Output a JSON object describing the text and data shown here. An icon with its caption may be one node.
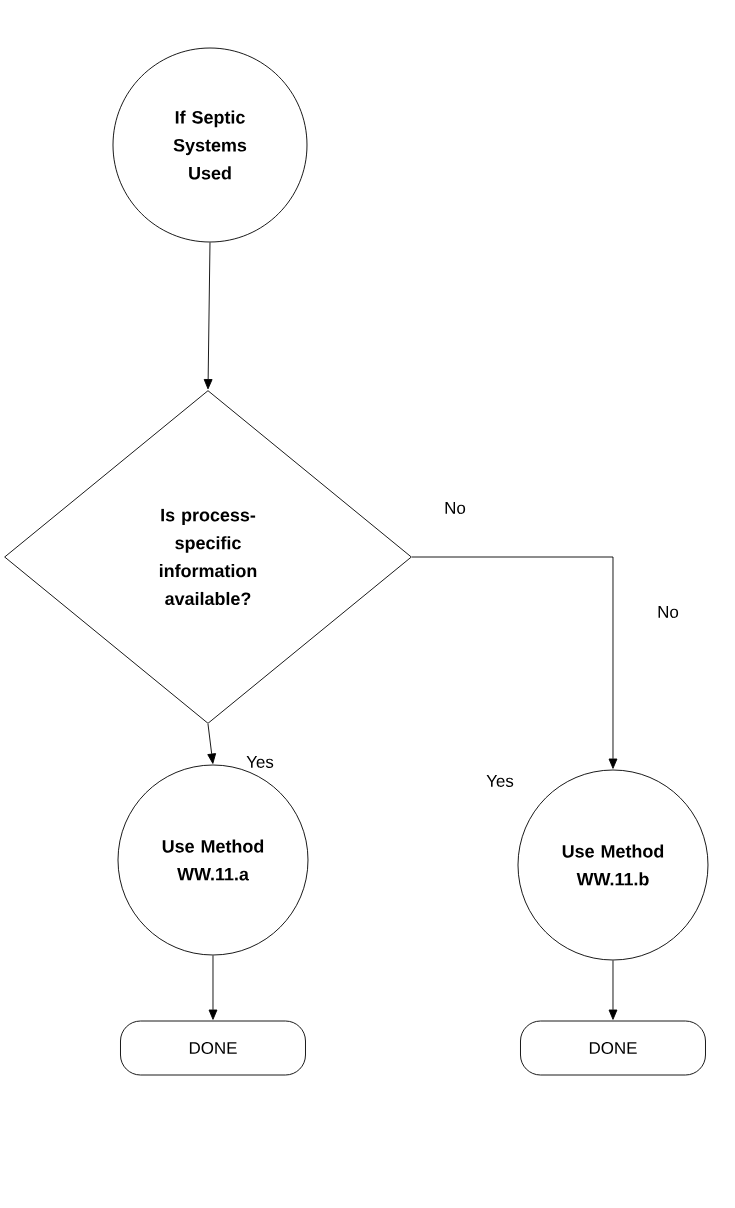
{
  "diagram": {
    "nodes": [
      {
        "text": [
          "If Septic Systems Used"
        ]
      },
      {
        "text": [
          "Is process-specific information available?"
        ]
      },
      {
        "text": [
          "Use Method WW.11.a"
        ]
      },
      {
        "text": [
          "Use Method WW.11.b"
        ]
      },
      {
        "text": [
          "DONE"
        ]
      },
      {
        "text": [
          "DONE"
        ]
      }
    ],
    "edges": [
      {
        "from": 0,
        "to": 1,
        "arrow": "to"
      },
      {
        "from": 1,
        "to": 2,
        "arrow": "to",
        "label": "Yes"
      },
      {
        "from": 1,
        "to": 3,
        "arrow": "to",
        "label": "No"
      },
      {
        "from": 2,
        "to": 4,
        "arrow": "to"
      },
      {
        "from": 3,
        "to": 5,
        "arrow": "to"
      }
    ],
    "labels": [
      "No",
      "Yes"
    ]
  }
}
